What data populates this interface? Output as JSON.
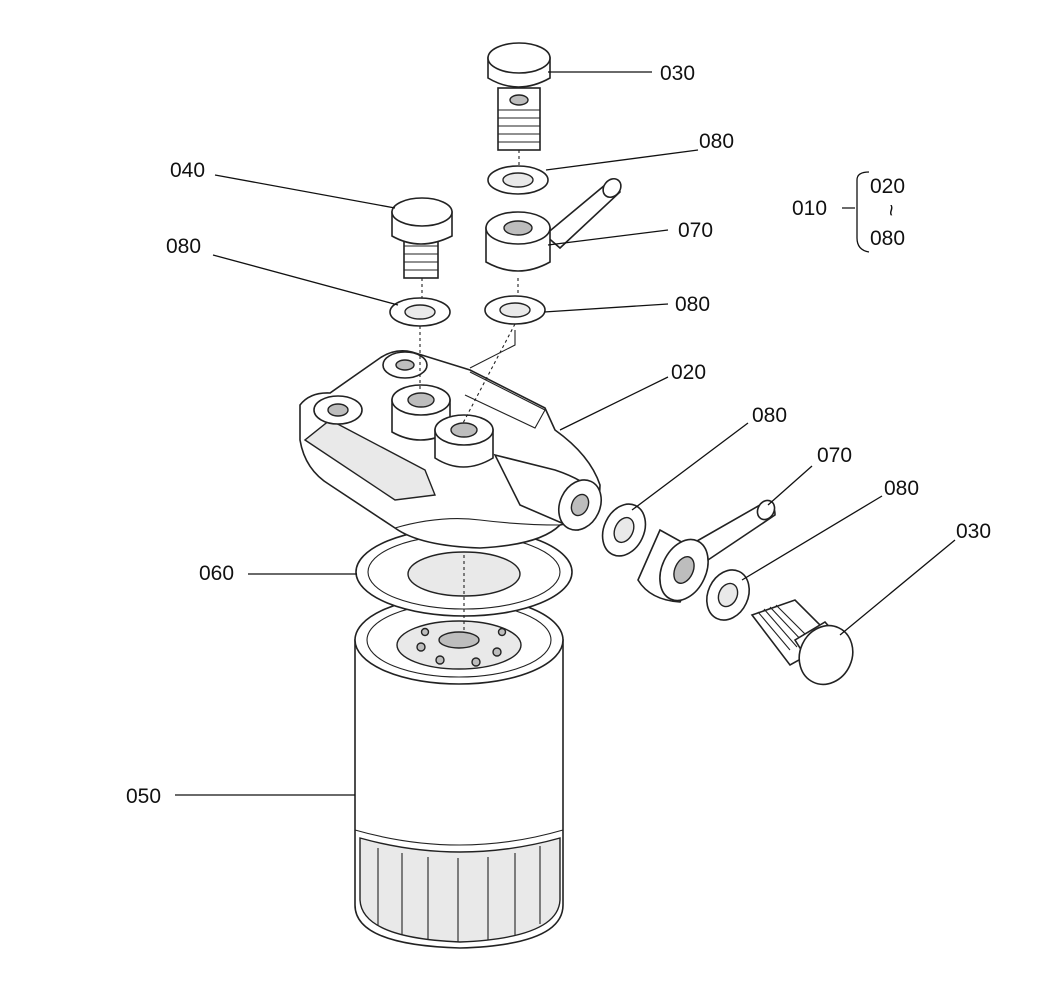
{
  "labels": {
    "bolt_top": "030",
    "washer_top_bolt": "080",
    "plug": "040",
    "washer_plug": "080",
    "banjo_top": "070",
    "washer_banjo_bottom": "080",
    "head": "020",
    "washer_side_a": "080",
    "banjo_side": "070",
    "washer_side_b": "080",
    "bolt_side": "030",
    "gasket": "060",
    "filter": "050"
  },
  "legend": {
    "assembly": "010",
    "from": "020",
    "range_mark": "~",
    "to": "080"
  }
}
